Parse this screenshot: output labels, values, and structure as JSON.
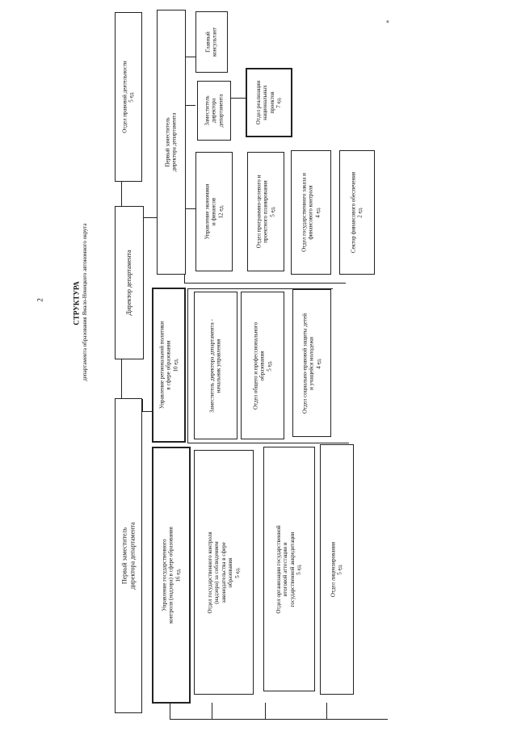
{
  "page_number": "2",
  "title": "СТРУКТУРА",
  "subtitle": "департамента образования Ямало-Ненецкого автономного округа",
  "corner_mark": "»",
  "boxes": {
    "first_deputy_left": "Первый заместитель\nдиректора департамента",
    "director": "Директор департамента",
    "legal_department": "Отдел правовой деятельности\n5 ед.",
    "state_control_directorate": "Управление государственного\nконтроля (надзора) в сфере образования\n16 ед.",
    "regional_policy_directorate": "Управление региональной политики\nв сфере образования\n10 ед.",
    "first_deputy_right": "Первый заместитель\nдиректора департамента",
    "state_control_dept": "Отдел государственного контроля\n(надзора) за соблюдением\nзаконодательства в сфере\nобразования\n5 ед.",
    "attestation_dept": "Отдел организации государственной\nитоговой аттестации и\nгосударственной аккредитации\n5 ед.",
    "licensing_dept": "Отдел лицензирования\n5 ед.",
    "deputy_head_directorate": "Заместитель директора департамента -\nначальник управления",
    "general_vocational_dept": "Отдел общего и профессионального\nобразования\n5 ед.",
    "social_legal_protection_dept": "Отдел социально-правовой защиты детей\nи учащейся молодежи\n4 ед.",
    "economics_finance_directorate": "Управление экономики\nи финансов\n12 ед.",
    "program_planning_dept": "Отдел программно-целевого и\nпроектного планирования\n5 ед.",
    "procurement_control_dept": "Отдел государственного заказа и\nфинансового контроля\n4 ед.",
    "financial_support_sector": "Сектор финансового обеспечения\n2 ед.",
    "deputy_director": "Заместитель\nдиректора\nдепартамента",
    "national_projects_dept": "Отдел реализации\nнациональных\nпроектов\n7 ед.",
    "chief_consultant": "Главный\nконсультант"
  }
}
